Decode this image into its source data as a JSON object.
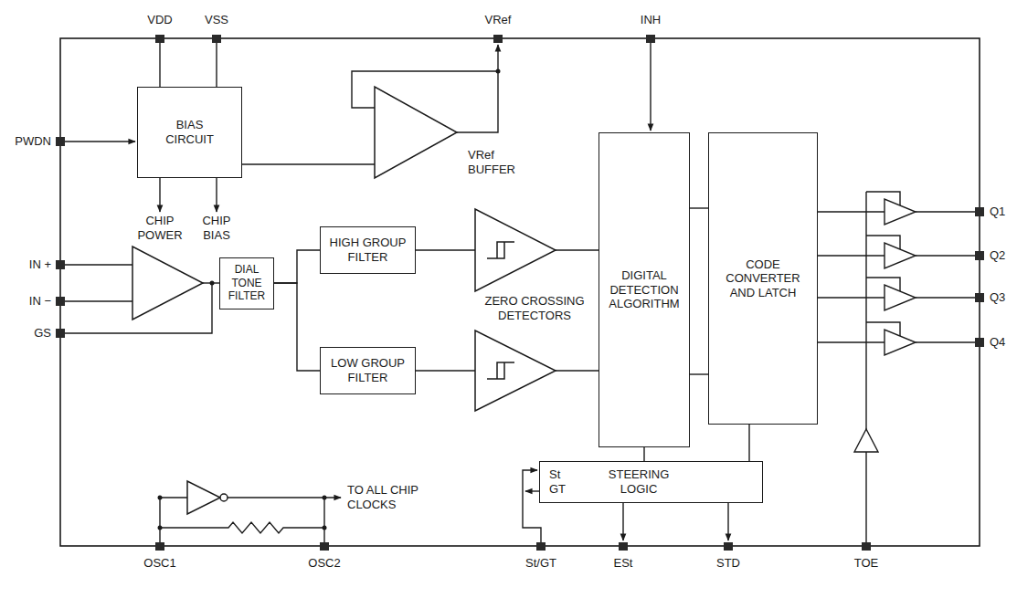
{
  "diagram": {
    "nodes": [
      {
        "text": [
          "BIAS CIRCUIT"
        ]
      },
      {
        "text": [
          "DIAL TONE FILTER"
        ]
      },
      {
        "text": [
          "HIGH GROUP FILTER"
        ]
      },
      {
        "text": [
          "LOW GROUP FILTER"
        ]
      },
      {
        "text": [
          "DIGITAL DETECTION ALGORITHM"
        ]
      },
      {
        "text": [
          "CODE CONVERTER AND LATCH"
        ]
      },
      {
        "text": [
          "St",
          "GT",
          "STEERING LOGIC"
        ]
      }
    ],
    "edges": [
      {
        "from": 1,
        "to": 2,
        "arrow": "none"
      },
      {
        "from": 1,
        "to": 3,
        "arrow": "none"
      },
      {
        "from": 4,
        "to": 5,
        "arrow": "none"
      },
      {
        "from": 4,
        "to": 5,
        "arrow": "none"
      },
      {
        "from": 4,
        "to": 6,
        "arrow": "none"
      },
      {
        "from": 5,
        "to": 6,
        "arrow": "none"
      }
    ],
    "labels": [
      "VDD",
      "VSS",
      "VRef",
      "INH",
      "PWDN",
      "VRef BUFFER",
      "CHIP POWER",
      "CHIP BIAS",
      "IN +",
      "IN −",
      "GS",
      "ZERO CROSSING DETECTORS",
      "Q1",
      "Q2",
      "Q3",
      "Q4",
      "TO ALL CHIP CLOCKS",
      "OSC1",
      "OSC2",
      "St/GT",
      "ESt",
      "STD",
      "TOE"
    ]
  }
}
